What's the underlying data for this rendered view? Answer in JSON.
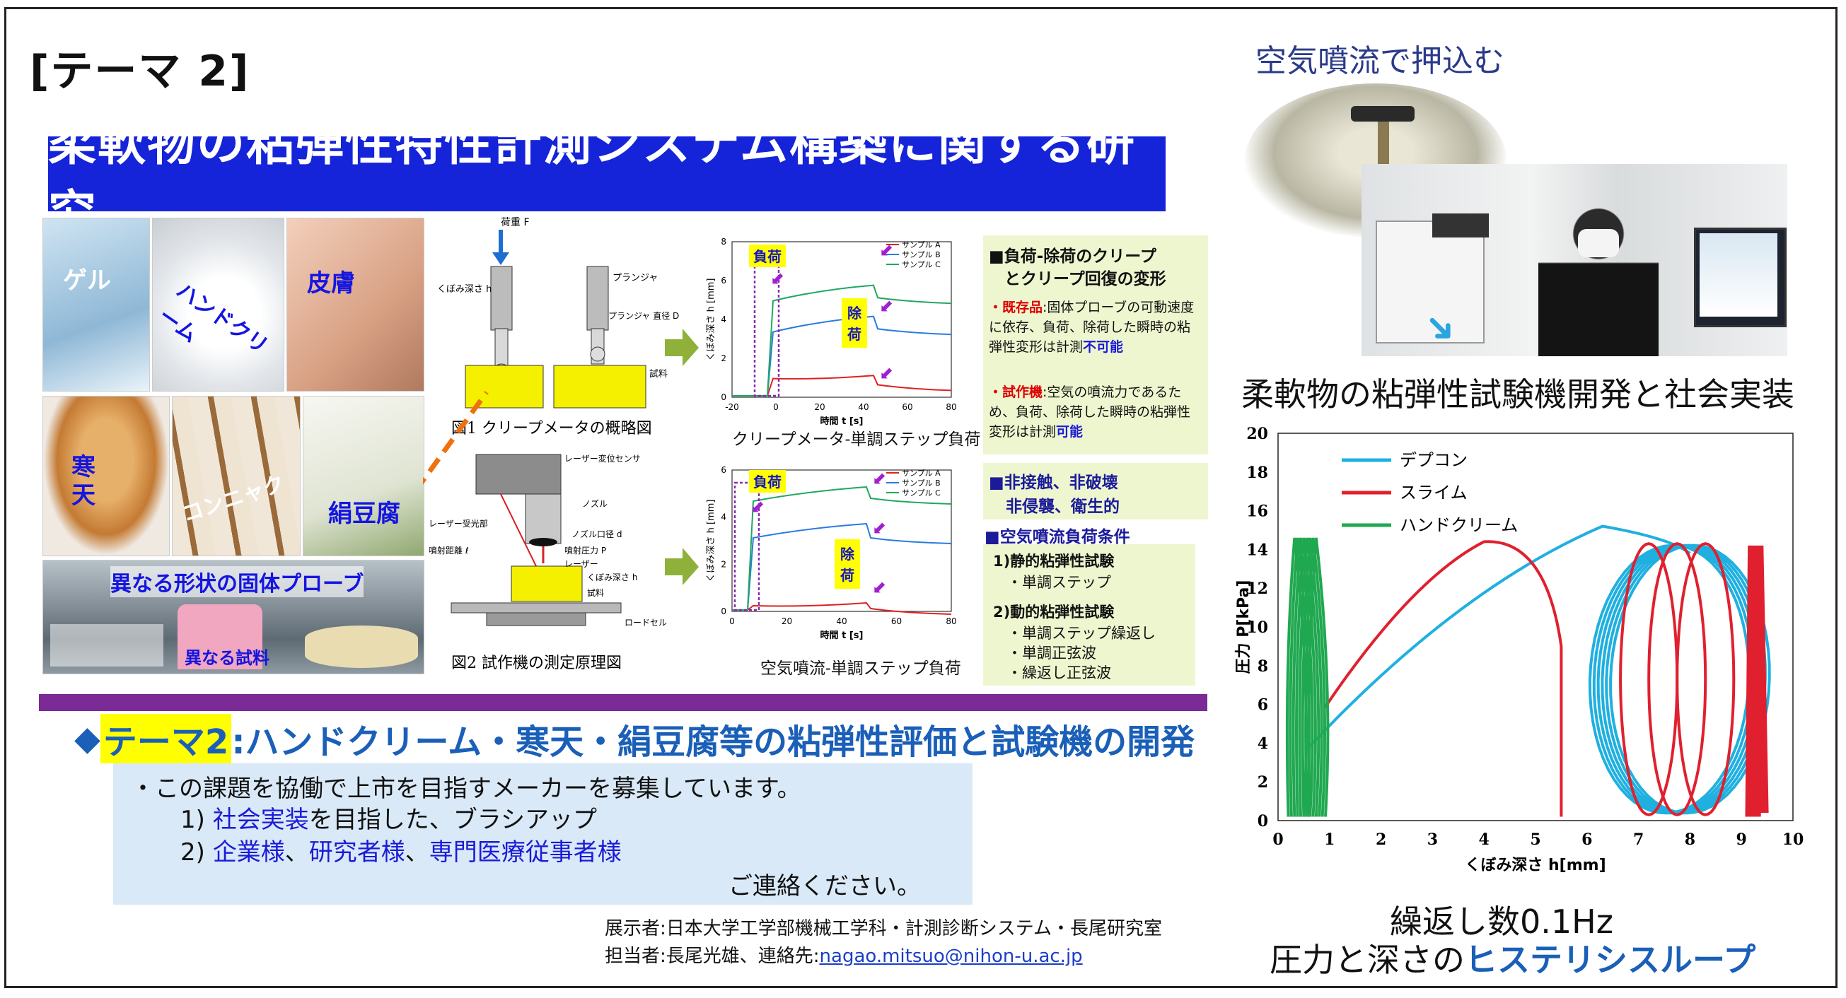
{
  "theme_label": "[テーマ 2]",
  "title": "柔軟物の粘弾性特性計測システム構築に関する研究",
  "samples": {
    "gel": "ゲル",
    "handcream": "ハンドクリーム",
    "skin": "皮膚",
    "kanten": "寒天",
    "konnyaku": "コンニャク",
    "kinudofu": "絹豆腐",
    "probe_caption": "異なる形状の固体プローブ",
    "sample_caption": "異なる試料"
  },
  "fig1": {
    "load": "荷重 F",
    "depth": "くぼみ深さ h",
    "plunger": "プランジャ",
    "plunger_dia": "プランジャ 直径 D",
    "sample": "試料",
    "caption": "図1 クリープメータの概略図"
  },
  "fig2": {
    "laser_sensor": "レーザー変位センサ",
    "nozzle": "ノズル",
    "receiver": "レーザー受光部",
    "nozzle_dia": "ノズル口径 d",
    "distance": "噴射距離 ℓ",
    "pressure": "噴射圧力 P",
    "laser": "レーザー",
    "depth": "くぼみ深さ h",
    "sample": "試料",
    "loadcell": "ロードセル",
    "caption": "図2 試作機の測定原理図"
  },
  "creep_chart": {
    "ylabel": "くぼみ深さ h [mm]",
    "xlabel": "時間 t [s]",
    "load_tag": "負荷",
    "unload_tag": "除荷",
    "legend": [
      "サンプル A",
      "サンプル B",
      "サンプル C"
    ],
    "xticks": [
      "-20",
      "0",
      "20",
      "40",
      "60",
      "80"
    ],
    "yticks": [
      "0",
      "2",
      "4",
      "6",
      "8"
    ],
    "caption": "クリープメータ-単調ステップ負荷"
  },
  "jet_chart": {
    "ylabel": "くぼみ深さ h [mm]",
    "xlabel": "時間 t [s]",
    "load_tag": "負荷",
    "unload_tag": "除荷",
    "legend": [
      "サンプル A",
      "サンプル B",
      "サンプル C"
    ],
    "xticks": [
      "0",
      "20",
      "40",
      "60",
      "80"
    ],
    "yticks": [
      "0",
      "2",
      "4",
      "6"
    ],
    "caption": "空気噴流-単調ステップ負荷"
  },
  "panel1": {
    "heading1": "■負荷-除荷のクリープ",
    "heading2": "とクリープ回復の変形",
    "existing_tag": "・既存品",
    "existing_text": ":固体プローブの可動速度に依存、負荷、除荷した瞬時の粘弾性変形は計測",
    "existing_result": "不可能",
    "proto_tag": "・試作機",
    "proto_text": ":空気の噴流力であるため、負荷、除荷した瞬時の粘弾性変形は計測",
    "proto_result": "可能"
  },
  "panel2": {
    "line1": "■非接触、非破壊",
    "line2": "非侵襲、衛生的"
  },
  "panel3": {
    "heading": "■空気噴流負荷条件",
    "static": "1)静的粘弾性試験",
    "static_item": "・単調ステップ",
    "dynamic": "2)動的粘弾性試験",
    "dyn_items": [
      "・単調ステップ繰返し",
      "・単調正弦波",
      "・繰返し正弦波"
    ]
  },
  "theme2": {
    "bullet": "◆",
    "highlight": "テーマ2",
    "text": ":ハンドクリーム・寒天・絹豆腐等の粘弾性評価と試験機の開発"
  },
  "recruit": {
    "line1": "・この課題を協働で上市を目指すメーカーを募集しています。",
    "l2_num": "1)",
    "l2_blue": "社会実装",
    "l2_rest": "を目指した、ブラシアップ",
    "l3_num": "2)",
    "l3_blue1": "企業様",
    "l3_sep1": "、",
    "l3_blue2": "研究者様",
    "l3_sep2": "、",
    "l3_blue3": "専門医療従事者様",
    "line4": "ご連絡ください。"
  },
  "exhibitor": "展示者:日本大学工学部機械工学科・計測診断システム・長尾研究室",
  "contact_prefix": "担当者:長尾光雄、連絡先:",
  "contact_email": "nagao.mitsuo@nihon-u.ac.jp",
  "jet_caption": "空気噴流で押込む",
  "sub_caption": "柔軟物の粘弾性試験機開発と社会実装",
  "hysteresis_chart": {
    "type": "line",
    "xlabel": "くぼみ深さ h[mm]",
    "ylabel": "圧力 P[kPa]",
    "xlim": [
      0,
      10
    ],
    "ylim": [
      0,
      20
    ],
    "xticks": [
      "0",
      "1",
      "2",
      "3",
      "4",
      "5",
      "6",
      "7",
      "8",
      "9",
      "10"
    ],
    "yticks": [
      "0",
      "2",
      "4",
      "6",
      "8",
      "10",
      "12",
      "14",
      "16",
      "18",
      "20"
    ],
    "series": [
      {
        "name": "デプコン",
        "color": "#1fb0e0"
      },
      {
        "name": "スライム",
        "color": "#e0202e"
      },
      {
        "name": "ハンドクリーム",
        "color": "#20a850"
      }
    ]
  },
  "loop_caption1": "繰返し数0.1Hz",
  "loop_caption2_a": "圧力と深さの",
  "loop_caption2_b": "ヒステリシスループ",
  "colors": {
    "banner": "#1524d8",
    "purple_bar": "#7a2b95",
    "panel_green": "#eef6cf",
    "recruit_bg": "#d9e9f7"
  }
}
